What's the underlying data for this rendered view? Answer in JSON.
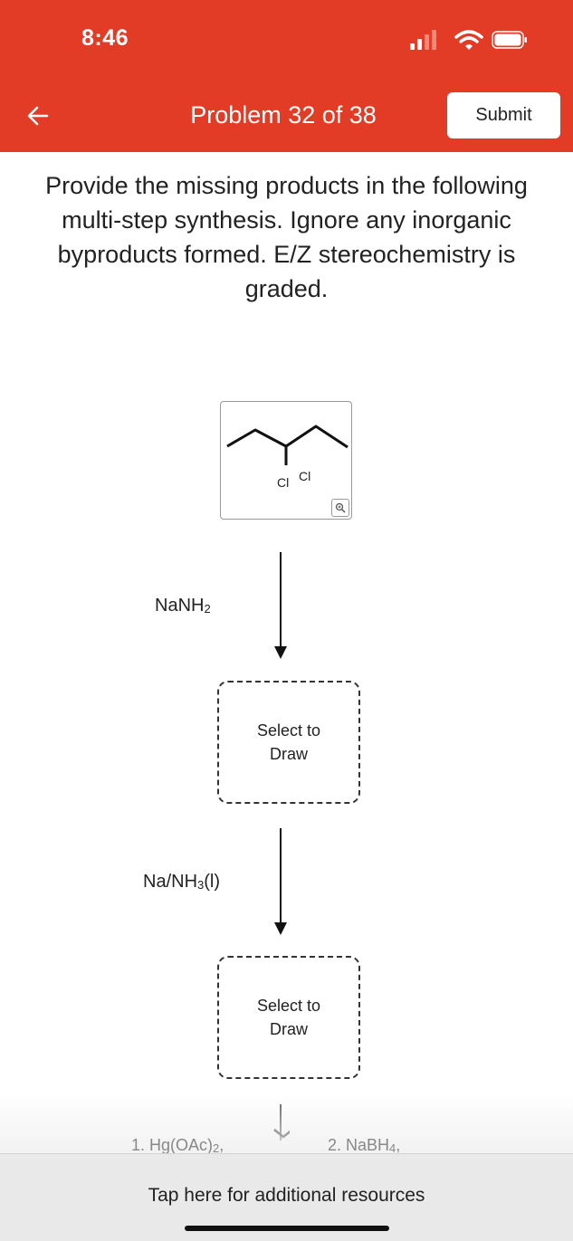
{
  "status_bar": {
    "time": "8:46"
  },
  "header": {
    "title": "Problem 32 of 38",
    "submit_label": "Submit",
    "accent_color": "#e23b26"
  },
  "instructions": "Provide the missing products in the following multi-step synthesis. Ignore any inorganic byproducts formed. E/Z stereochemistry is graded.",
  "reactant": {
    "atom_labels": [
      "Cl",
      "Cl"
    ]
  },
  "steps": [
    {
      "reagent": {
        "base": "NaNH",
        "sub": "2",
        "rest": ""
      },
      "product_placeholder": "Select to Draw"
    },
    {
      "reagent": {
        "base": "Na/NH",
        "sub": "3",
        "rest": "(l)"
      },
      "product_placeholder": "Select to Draw"
    }
  ],
  "next_reagents": {
    "first": {
      "base": "1. Hg(OAc)",
      "sub": "2",
      "rest": ","
    },
    "second": {
      "base": "2. NaBH",
      "sub": "4",
      "rest": ","
    }
  },
  "footer": {
    "resources_link": "Tap here for additional resources"
  },
  "icons": [
    "back-arrow-icon",
    "signal-icon",
    "wifi-icon",
    "battery-icon",
    "zoom-icon",
    "down-arrow-icon"
  ]
}
